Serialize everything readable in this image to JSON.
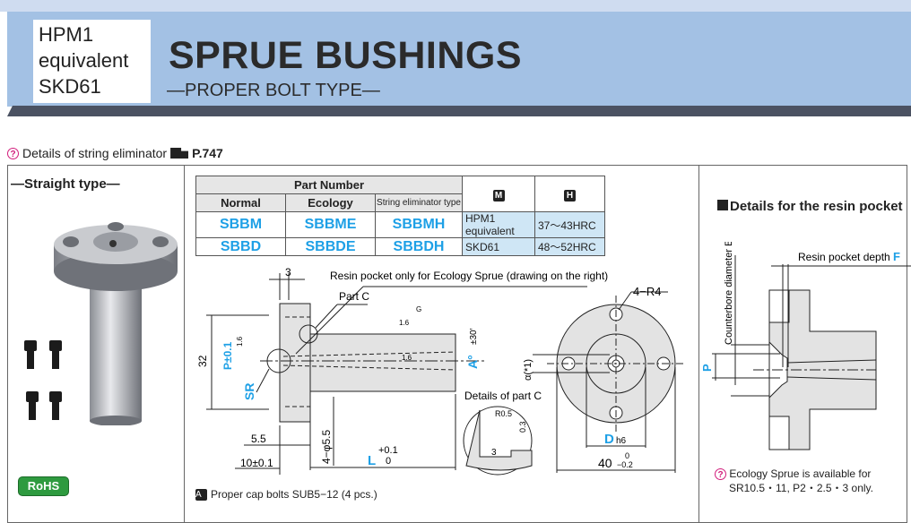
{
  "header": {
    "material_lines": [
      "HPM1",
      "equivalent",
      "SKD61"
    ],
    "title": "SPRUE BUSHINGS",
    "subtitle": "—PROPER BOLT TYPE—"
  },
  "note_top": {
    "text": "Details of string eliminator",
    "page_ref": "P.747"
  },
  "left_panel": {
    "type_label": "—Straight type—",
    "rohs": "RoHS"
  },
  "table": {
    "group_header": "Part Number",
    "columns": [
      "Normal",
      "Ecology",
      "String eliminator type"
    ],
    "m_header": "M",
    "h_header": "H",
    "rows": [
      {
        "normal": "SBBM",
        "ecology": "SBBME",
        "string": "SBBMH",
        "material": "HPM1 equivalent",
        "hardness": "37～43HRC"
      },
      {
        "normal": "SBBD",
        "ecology": "SBBDE",
        "string": "SBBDH",
        "material": "SKD61",
        "hardness": "48～52HRC"
      }
    ]
  },
  "drawing": {
    "dim_3": "3",
    "resin_note": "Resin pocket only for Ecology Sprue (drawing on the right)",
    "part_c": "Part C",
    "dim_32": "32",
    "p_tol": "P±0.1",
    "sr": "SR",
    "rough_16": "1.6",
    "rough_g": "G",
    "angle_tol": "±30′",
    "angle_a": "A°",
    "dim_55": "5.5",
    "dim_10": "10±0.1",
    "hole": "4−φ5.5",
    "l_label": "L",
    "l_tol_top": "+0.1",
    "l_tol_bot": "0",
    "alpha": "α(*1)",
    "r4": "4−R4",
    "detail_c_title": "Details of part C",
    "r05": "R0.5",
    "dim_03": "0.3",
    "d_label": "D",
    "d_tol": "h6",
    "dim_40": "40",
    "dim_40_tol_top": "0",
    "dim_40_tol_bot": "−0.2"
  },
  "caption": {
    "symbol": "A",
    "text": "Proper cap bolts SUB5−12 (4 pcs.)"
  },
  "resin": {
    "title": "Details for the resin pocket",
    "depth_label": "Resin pocket depth",
    "depth_symbol": "F",
    "counterbore": "Counterbore diameter E",
    "p": "P",
    "note_line1": "Ecology Sprue is available for",
    "note_line2": "SR10.5・11, P2・2.5・3 only."
  },
  "colors": {
    "accent_blue": "#1ea0e6",
    "header_blue": "#a3c1e4",
    "rohs_green": "#2e9a3f",
    "tip_pink": "#d21d7c"
  }
}
